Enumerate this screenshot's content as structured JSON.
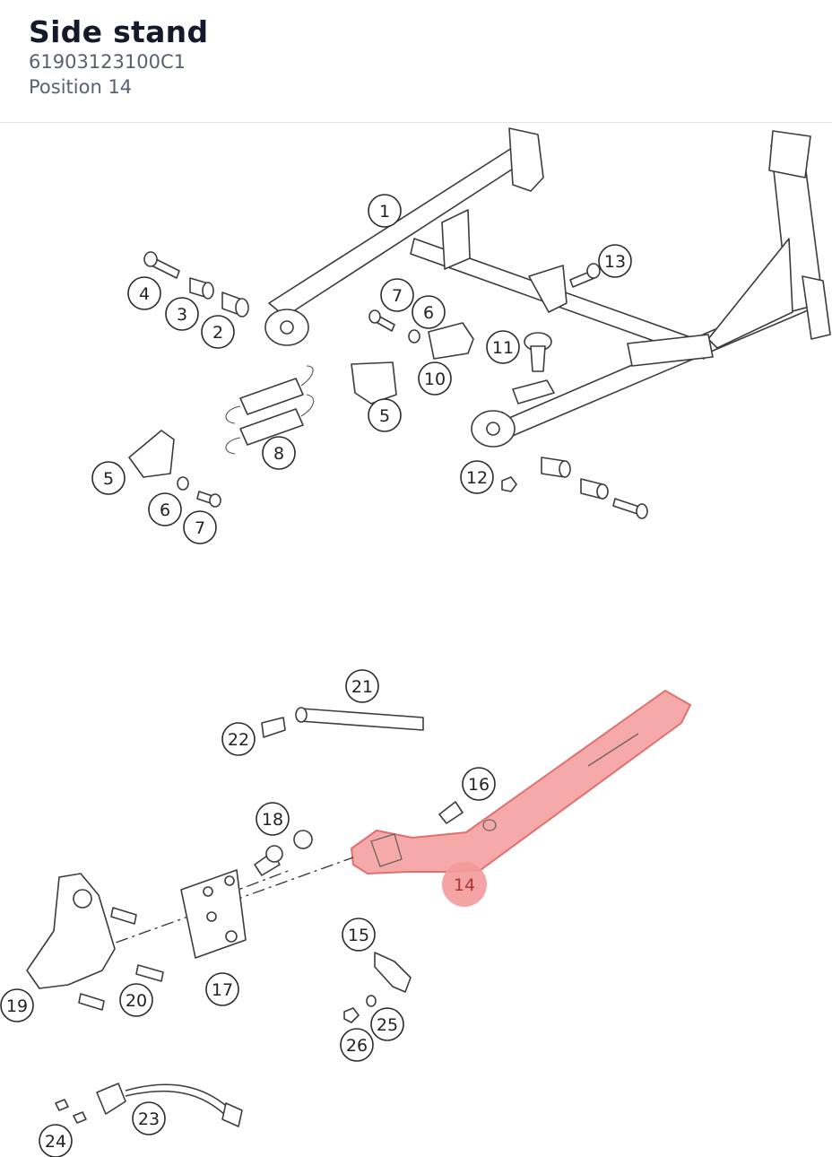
{
  "header": {
    "title": "Side stand",
    "part_number": "61903123100C1",
    "position": "Position 14"
  },
  "diagram": {
    "highlight_color": "#f08a8a",
    "callouts": [
      "1",
      "2",
      "3",
      "4",
      "5",
      "6",
      "7",
      "8",
      "5",
      "6",
      "7",
      "10",
      "11",
      "12",
      "13",
      "14",
      "15",
      "16",
      "17",
      "18",
      "19",
      "20",
      "21",
      "22",
      "23",
      "24",
      "25",
      "26"
    ],
    "highlighted": "14"
  }
}
